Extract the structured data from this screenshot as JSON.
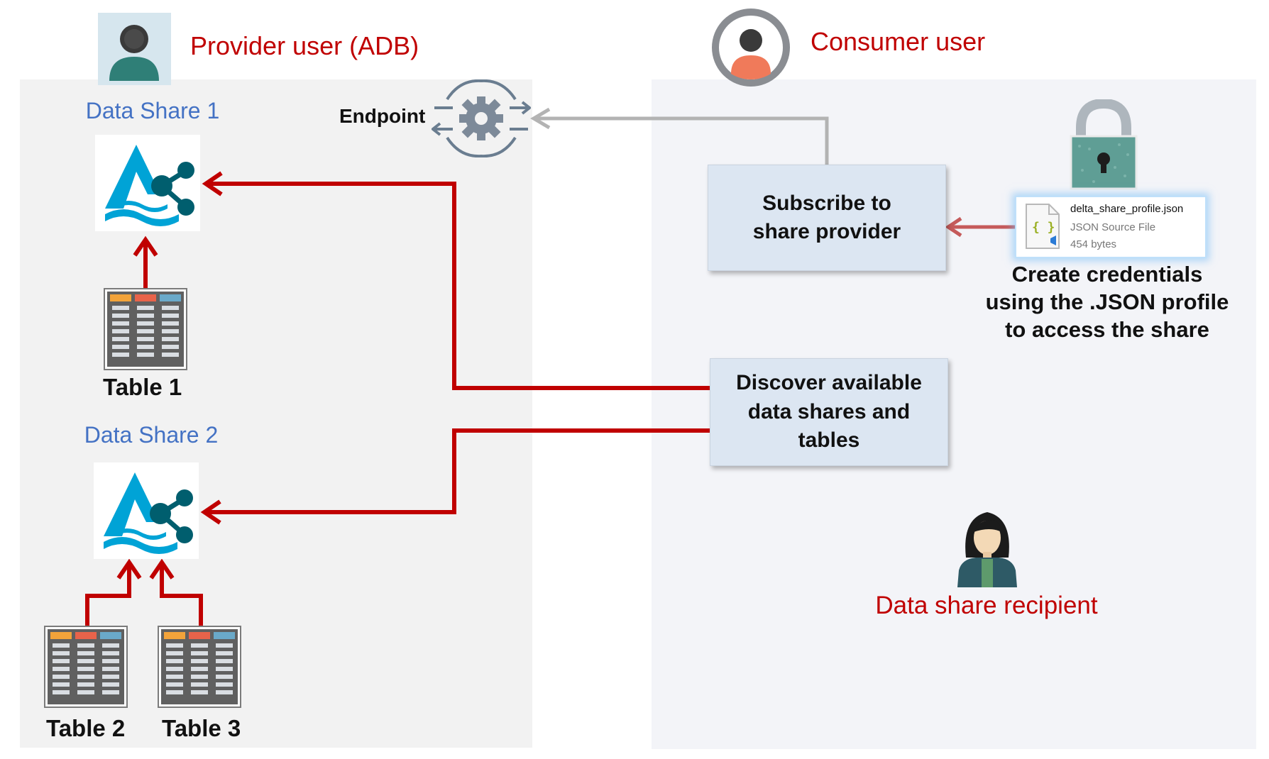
{
  "provider": {
    "title": "Provider user (ADB)",
    "shares": [
      {
        "label": "Data Share 1"
      },
      {
        "label": "Data Share 2"
      }
    ],
    "tables": [
      {
        "label": "Table 1"
      },
      {
        "label": "Table 2"
      },
      {
        "label": "Table 3"
      }
    ]
  },
  "endpoint": {
    "label": "Endpoint"
  },
  "consumer": {
    "title": "Consumer user",
    "steps": {
      "subscribe": [
        "Subscribe to",
        "share provider"
      ],
      "discover": [
        "Discover available",
        "data shares and",
        "tables"
      ]
    },
    "file": {
      "name": "delta_share_profile.json",
      "type": "JSON Source File",
      "size": "454 bytes"
    },
    "credentials_text": [
      "Create credentials",
      "using the .JSON profile",
      "to access the share"
    ],
    "recipient_label": "Data share recipient"
  },
  "colors": {
    "arrow_red": "#c00000",
    "arrow_grey": "#b3b3b3",
    "title_red": "#c00000",
    "share_blue": "#4472c4",
    "box_fill": "#dce6f2"
  },
  "icons": [
    "provider-avatar-icon",
    "consumer-avatar-icon",
    "gear-endpoint-icon",
    "data-share-icon",
    "table-icon",
    "padlock-icon",
    "json-file-icon",
    "recipient-person-icon"
  ]
}
